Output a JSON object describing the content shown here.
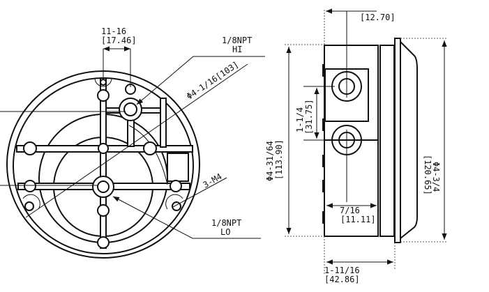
{
  "front_view": {
    "width_dim": {
      "frac": "11-16",
      "mm": "[17.46]"
    },
    "hi_port": {
      "line1": "1/8NPT",
      "line2": "HI"
    },
    "lo_port": {
      "line1": "1/8NPT",
      "line2": "LO"
    },
    "bolt_circle": "Φ4-1/16[103]",
    "screws": "3-M4"
  },
  "side_view": {
    "offset_dim": "[12.70]",
    "body_dia": {
      "frac": "Φ4-31/64",
      "mm": "[113.90]"
    },
    "bezel_dia": {
      "frac": "Φ4-3/4",
      "mm": "[120.65]"
    },
    "port_spacing": {
      "frac": "1-1/4",
      "mm": "[31.75]"
    },
    "port_depth": {
      "frac": "7/16",
      "mm": "[11.11]"
    },
    "overall_depth": {
      "frac": "1-11/16",
      "mm": "[42.86]"
    }
  }
}
